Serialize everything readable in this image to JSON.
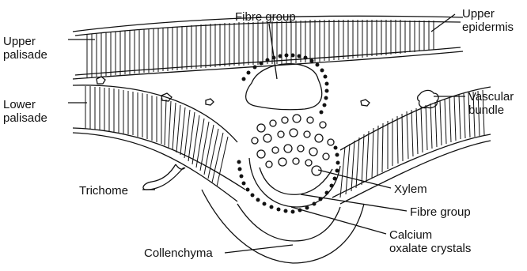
{
  "labels": {
    "fibre_group_top": "Fibre group",
    "upper_epidermis": [
      "Upper",
      "epidermis"
    ],
    "upper_palisade": [
      "Upper",
      "palisade"
    ],
    "vascular_bundle": [
      "Vascular",
      "bundle"
    ],
    "lower_palisade": [
      "Lower",
      "palisade"
    ],
    "trichome": "Trichome",
    "xylem": "Xylem",
    "fibre_group_bottom": "Fibre group",
    "calcium_oxalate": [
      "Calcium",
      "oxalate crystals"
    ],
    "collenchyma": "Collenchyma"
  },
  "colors": {
    "ink": "#111111",
    "background": "#ffffff"
  }
}
